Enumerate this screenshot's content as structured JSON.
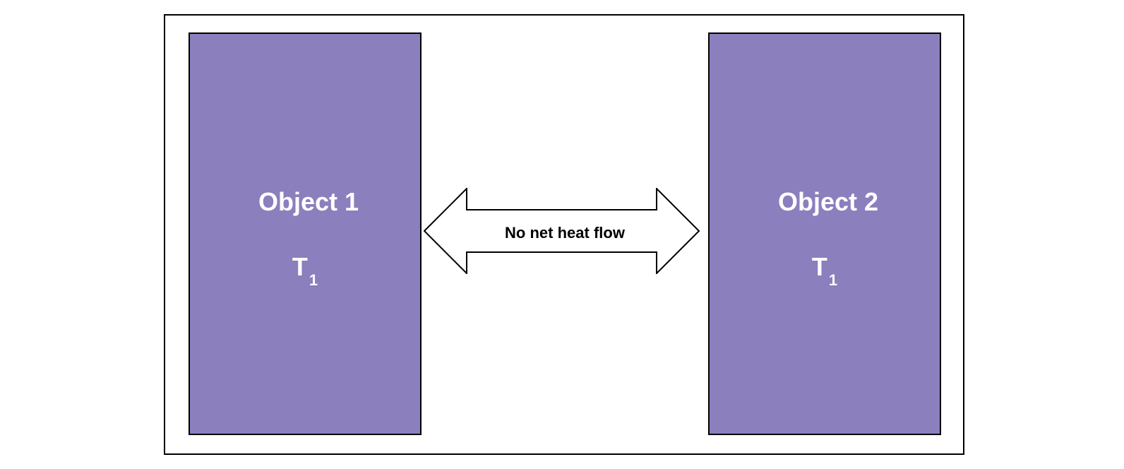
{
  "colors": {
    "object_fill": "#8b7fbe",
    "border": "#000000",
    "label_text": "#ffffff"
  },
  "objects": [
    {
      "name": "Object 1",
      "temp_symbol": "T",
      "temp_subscript": "1"
    },
    {
      "name": "Object 2",
      "temp_symbol": "T",
      "temp_subscript": "1"
    }
  ],
  "arrow": {
    "label": "No net heat flow",
    "direction": "bidirectional"
  }
}
